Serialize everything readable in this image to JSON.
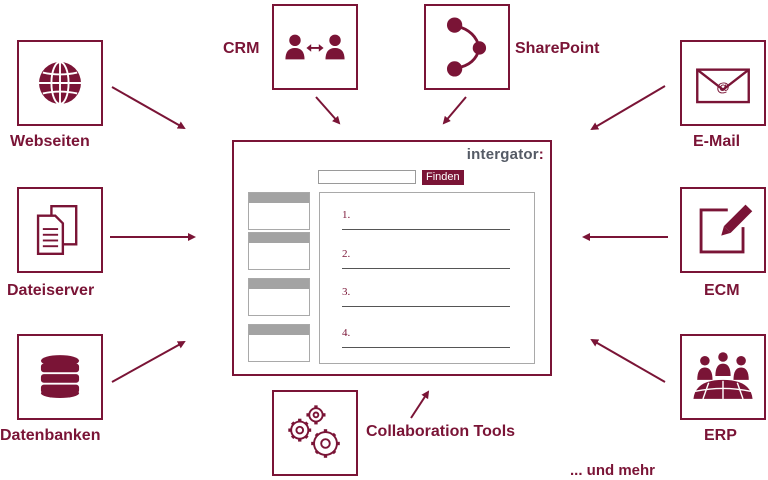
{
  "sources": {
    "crm": "CRM",
    "sharepoint": "SharePoint",
    "webseiten": "Webseiten",
    "dateiserver": "Dateiserver",
    "datenbanken": "Datenbanken",
    "email": "E-Mail",
    "ecm": "ECM",
    "erp": "ERP",
    "collab": "Collaboration Tools"
  },
  "footer": "... und mehr",
  "app": {
    "brand": "intergator",
    "brand_colon": ":",
    "search_button": "Finden",
    "results": [
      "1.",
      "2.",
      "3.",
      "4."
    ]
  },
  "colors": {
    "accent": "#7a1436",
    "grey": "#a3a3a3",
    "brand_text": "#555b66"
  },
  "icons": {
    "webseiten": "globe-icon",
    "dateiserver": "documents-icon",
    "datenbanken": "database-icon",
    "crm": "people-exchange-icon",
    "sharepoint": "share-nodes-icon",
    "email": "envelope-icon",
    "ecm": "edit-pencil-icon",
    "erp": "meeting-icon",
    "collab": "gears-icon"
  }
}
